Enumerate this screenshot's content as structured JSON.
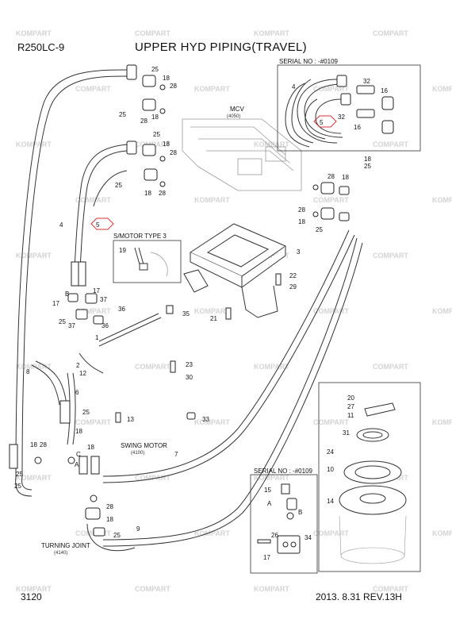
{
  "header": {
    "model": "R250LC-9",
    "title": "UPPER HYD PIPING(TRAVEL)"
  },
  "footer": {
    "page_number": "3120",
    "revision": "2013. 8.31  REV.13H"
  },
  "watermark": {
    "text": "KOMPART COMPART"
  },
  "insets": {
    "serial_top": "SERIAL NO : -#0109",
    "serial_bottom": "SERIAL NO : -#0109",
    "smotor": "S/MOTOR TYPE 3"
  },
  "components": {
    "mcv": "MCV",
    "mcv_code": "(4050)",
    "swing_motor": "SWING MOTOR",
    "swing_motor_code": "(4100)",
    "turning_joint": "TURNING JOINT",
    "turning_joint_code": "(4140)"
  },
  "callouts": [
    {
      "id": "c01",
      "text": "25"
    },
    {
      "id": "c02",
      "text": "18"
    },
    {
      "id": "c03",
      "text": "28"
    },
    {
      "id": "c04",
      "text": "25"
    },
    {
      "id": "c05",
      "text": "28"
    },
    {
      "id": "c06",
      "text": "18"
    },
    {
      "id": "c07",
      "text": "25"
    },
    {
      "id": "c08",
      "text": "18"
    },
    {
      "id": "c09",
      "text": "28"
    },
    {
      "id": "c10",
      "text": "25"
    },
    {
      "id": "c11",
      "text": "18"
    },
    {
      "id": "c12",
      "text": "28"
    },
    {
      "id": "c13",
      "text": "4"
    },
    {
      "id": "c14",
      "text": "5"
    },
    {
      "id": "c15",
      "text": "4"
    },
    {
      "id": "c16",
      "text": "32"
    },
    {
      "id": "c17",
      "text": "16"
    },
    {
      "id": "c18",
      "text": "32"
    },
    {
      "id": "c19",
      "text": "16"
    },
    {
      "id": "c20",
      "text": "5"
    },
    {
      "id": "c21",
      "text": "18"
    },
    {
      "id": "c22",
      "text": "25"
    },
    {
      "id": "c23",
      "text": "28"
    },
    {
      "id": "c24",
      "text": "18"
    },
    {
      "id": "c25",
      "text": "28"
    },
    {
      "id": "c26",
      "text": "18"
    },
    {
      "id": "c27",
      "text": "25"
    },
    {
      "id": "c28",
      "text": "3"
    },
    {
      "id": "c29",
      "text": "19"
    },
    {
      "id": "c30",
      "text": "22"
    },
    {
      "id": "c31",
      "text": "29"
    },
    {
      "id": "c32",
      "text": "B"
    },
    {
      "id": "c33",
      "text": "17"
    },
    {
      "id": "c34",
      "text": "37"
    },
    {
      "id": "c35",
      "text": "17"
    },
    {
      "id": "c36",
      "text": "36"
    },
    {
      "id": "c37",
      "text": "25"
    },
    {
      "id": "c38",
      "text": "37"
    },
    {
      "id": "c39",
      "text": "36"
    },
    {
      "id": "c40",
      "text": "35"
    },
    {
      "id": "c41",
      "text": "21"
    },
    {
      "id": "c42",
      "text": "1"
    },
    {
      "id": "c43",
      "text": "2"
    },
    {
      "id": "c44",
      "text": "12"
    },
    {
      "id": "c45",
      "text": "23"
    },
    {
      "id": "c46",
      "text": "30"
    },
    {
      "id": "c47",
      "text": "8"
    },
    {
      "id": "c48",
      "text": "6"
    },
    {
      "id": "c49",
      "text": "25"
    },
    {
      "id": "c50",
      "text": "13"
    },
    {
      "id": "c51",
      "text": "33"
    },
    {
      "id": "c52",
      "text": "18"
    },
    {
      "id": "c53",
      "text": "18"
    },
    {
      "id": "c54",
      "text": "28"
    },
    {
      "id": "c55",
      "text": "18"
    },
    {
      "id": "c56",
      "text": "25"
    },
    {
      "id": "c57",
      "text": "C"
    },
    {
      "id": "c58",
      "text": "A"
    },
    {
      "id": "c59",
      "text": "7"
    },
    {
      "id": "c60",
      "text": "25"
    },
    {
      "id": "c61",
      "text": "28"
    },
    {
      "id": "c62",
      "text": "18"
    },
    {
      "id": "c63",
      "text": "9"
    },
    {
      "id": "c64",
      "text": "25"
    },
    {
      "id": "c65",
      "text": "20"
    },
    {
      "id": "c66",
      "text": "27"
    },
    {
      "id": "c67",
      "text": "11"
    },
    {
      "id": "c68",
      "text": "31"
    },
    {
      "id": "c69",
      "text": "24"
    },
    {
      "id": "c70",
      "text": "10"
    },
    {
      "id": "c71",
      "text": "14"
    },
    {
      "id": "c72",
      "text": "15"
    },
    {
      "id": "c73",
      "text": "A"
    },
    {
      "id": "c74",
      "text": "B"
    },
    {
      "id": "c75",
      "text": "26"
    },
    {
      "id": "c76",
      "text": "34"
    },
    {
      "id": "c77",
      "text": "17"
    }
  ]
}
